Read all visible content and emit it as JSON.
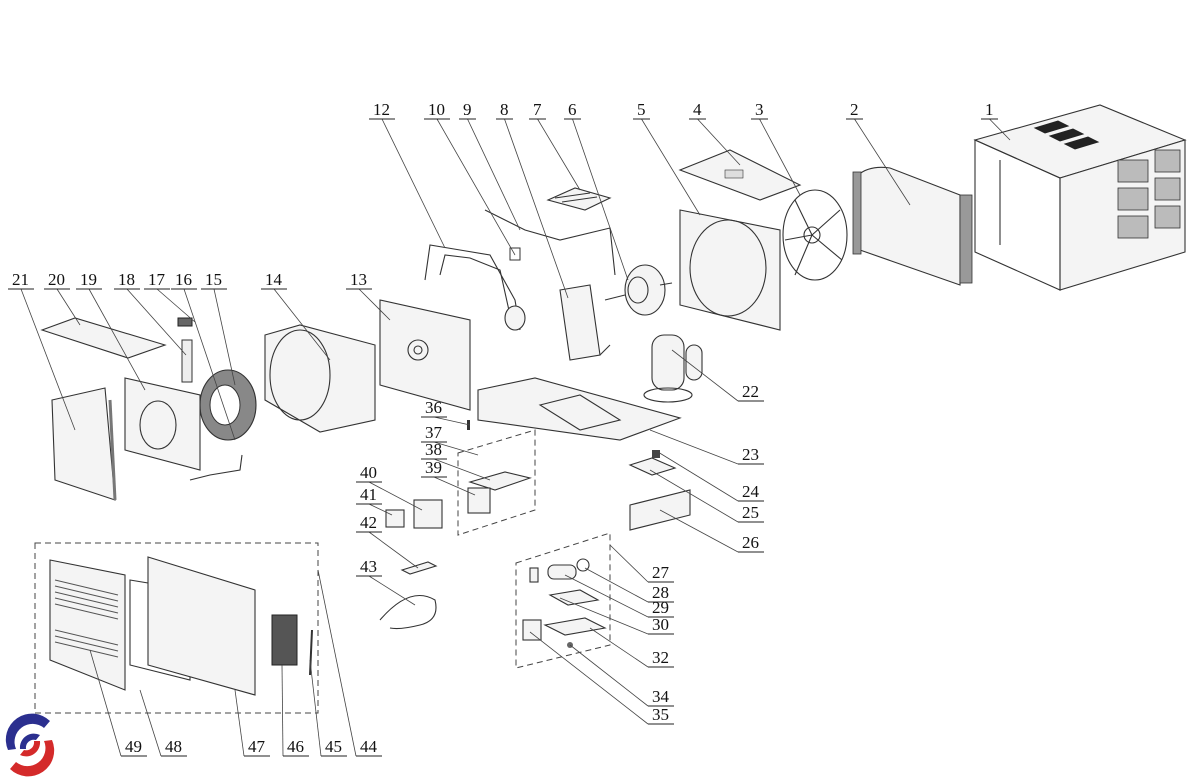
{
  "title": "Window Air Conditioner Exploded View",
  "logo": {
    "name": "brand-logo",
    "colors": {
      "blue": "#2b2f8f",
      "red": "#d42a2a"
    }
  },
  "callouts": [
    {
      "id": "c1",
      "label": "1"
    },
    {
      "id": "c2",
      "label": "2"
    },
    {
      "id": "c3",
      "label": "3"
    },
    {
      "id": "c4",
      "label": "4"
    },
    {
      "id": "c5",
      "label": "5"
    },
    {
      "id": "c6",
      "label": "6"
    },
    {
      "id": "c7",
      "label": "7"
    },
    {
      "id": "c8",
      "label": "8"
    },
    {
      "id": "c9",
      "label": "9"
    },
    {
      "id": "c10",
      "label": "10"
    },
    {
      "id": "c12",
      "label": "12"
    },
    {
      "id": "c13",
      "label": "13"
    },
    {
      "id": "c14",
      "label": "14"
    },
    {
      "id": "c15",
      "label": "15"
    },
    {
      "id": "c16",
      "label": "16"
    },
    {
      "id": "c17",
      "label": "17"
    },
    {
      "id": "c18",
      "label": "18"
    },
    {
      "id": "c19",
      "label": "19"
    },
    {
      "id": "c20",
      "label": "20"
    },
    {
      "id": "c21",
      "label": "21"
    },
    {
      "id": "c22",
      "label": "22"
    },
    {
      "id": "c23",
      "label": "23"
    },
    {
      "id": "c24",
      "label": "24"
    },
    {
      "id": "c25",
      "label": "25"
    },
    {
      "id": "c26",
      "label": "26"
    },
    {
      "id": "c27",
      "label": "27"
    },
    {
      "id": "c28",
      "label": "28"
    },
    {
      "id": "c29",
      "label": "29"
    },
    {
      "id": "c30",
      "label": "30"
    },
    {
      "id": "c32",
      "label": "32"
    },
    {
      "id": "c34",
      "label": "34"
    },
    {
      "id": "c35",
      "label": "35"
    },
    {
      "id": "c36",
      "label": "36"
    },
    {
      "id": "c37",
      "label": "37"
    },
    {
      "id": "c38",
      "label": "38"
    },
    {
      "id": "c39",
      "label": "39"
    },
    {
      "id": "c40",
      "label": "40"
    },
    {
      "id": "c41",
      "label": "41"
    },
    {
      "id": "c42",
      "label": "42"
    },
    {
      "id": "c43",
      "label": "43"
    },
    {
      "id": "c44",
      "label": "44"
    },
    {
      "id": "c45",
      "label": "45"
    },
    {
      "id": "c46",
      "label": "46"
    },
    {
      "id": "c47",
      "label": "47"
    },
    {
      "id": "c48",
      "label": "48"
    },
    {
      "id": "c49",
      "label": "49"
    }
  ]
}
